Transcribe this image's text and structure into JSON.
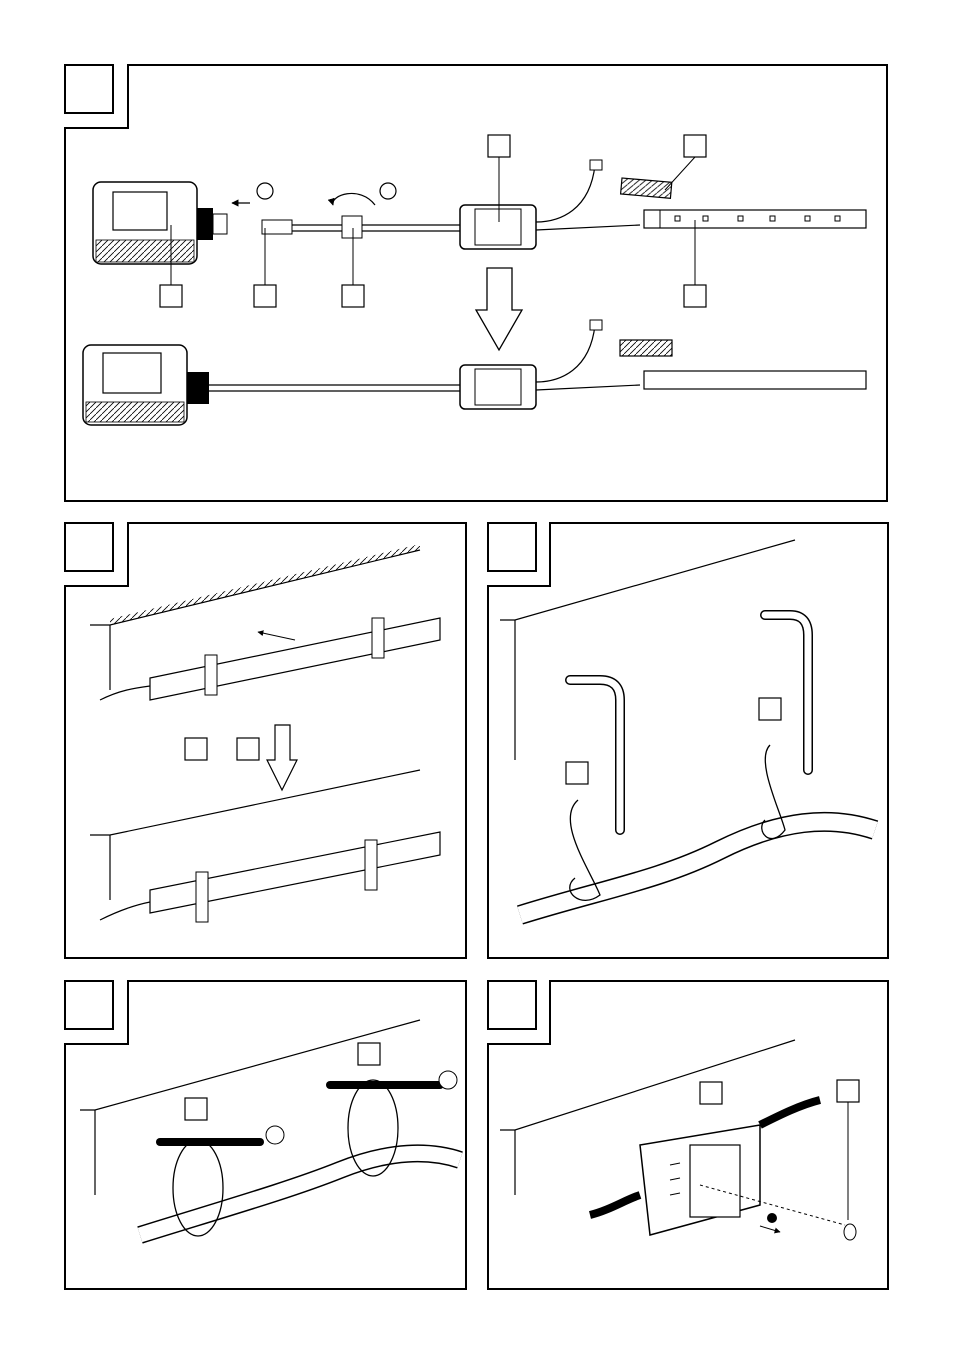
{
  "page": {
    "background": "#ffffff",
    "line_color": "#000000",
    "panels": [
      {
        "id": "A",
        "figure": "connection-overview",
        "steps": [
          "",
          ""
        ],
        "callouts": [
          "",
          "",
          "",
          "",
          "",
          "",
          ""
        ]
      },
      {
        "id": "B",
        "figure": "mounting-clips",
        "callouts": [
          "",
          ""
        ]
      },
      {
        "id": "C",
        "figure": "hooks-mounting",
        "callouts": [
          "",
          ""
        ]
      },
      {
        "id": "D",
        "figure": "ring-hooks-mounting",
        "callouts": [
          "",
          ""
        ]
      },
      {
        "id": "E",
        "figure": "controller-screw-mount",
        "callouts": [
          "",
          ""
        ]
      }
    ]
  }
}
